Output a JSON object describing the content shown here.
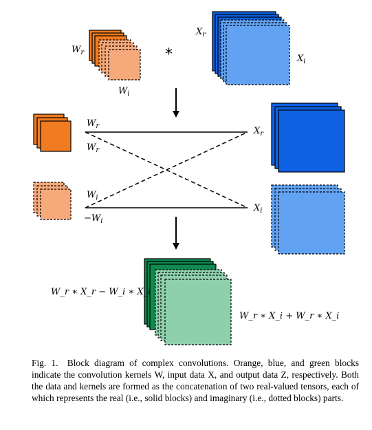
{
  "colors": {
    "orange_solid": "#F07B20",
    "orange_dotted": "#F6A97A",
    "blue_solid": "#0E62E3",
    "blue_dotted": "#62A2F2",
    "green_solid": "#10894F",
    "green_dotted": "#8ED0AC"
  },
  "top": {
    "kernel_real_label": "W",
    "kernel_real_sub": "r",
    "kernel_imag_label": "W",
    "kernel_imag_sub": "i",
    "operator": "*",
    "input_real_label": "X",
    "input_real_sub": "r",
    "input_imag_label": "X",
    "input_imag_sub": "i"
  },
  "middle": {
    "line_top_solid_label": "W",
    "line_top_solid_sub": "r",
    "line_top_dashed_label": "W",
    "line_top_dashed_sub": "r",
    "line_bottom_dashed_label": "W",
    "line_bottom_dashed_sub": "i",
    "line_bottom_solid_label": "−W",
    "line_bottom_solid_sub": "i",
    "target_real_label": "X",
    "target_real_sub": "r",
    "target_imag_label": "X",
    "target_imag_sub": "i"
  },
  "bottom": {
    "output_real_formula": "W_r ∗ X_r − W_i ∗ X_i",
    "output_imag_formula": "W_r ∗ X_i + W_r ∗ X_i"
  },
  "caption": {
    "label": "Fig. 1.",
    "text": "Block diagram of complex convolutions. Orange, blue, and green blocks indicate the convolution kernels W, input data X, and output data Z, respectively. Both the data and kernels are formed as the concatenation of two real-valued tensors, each of which represents the real (i.e., solid blocks) and imaginary (i.e., dotted blocks) parts."
  }
}
